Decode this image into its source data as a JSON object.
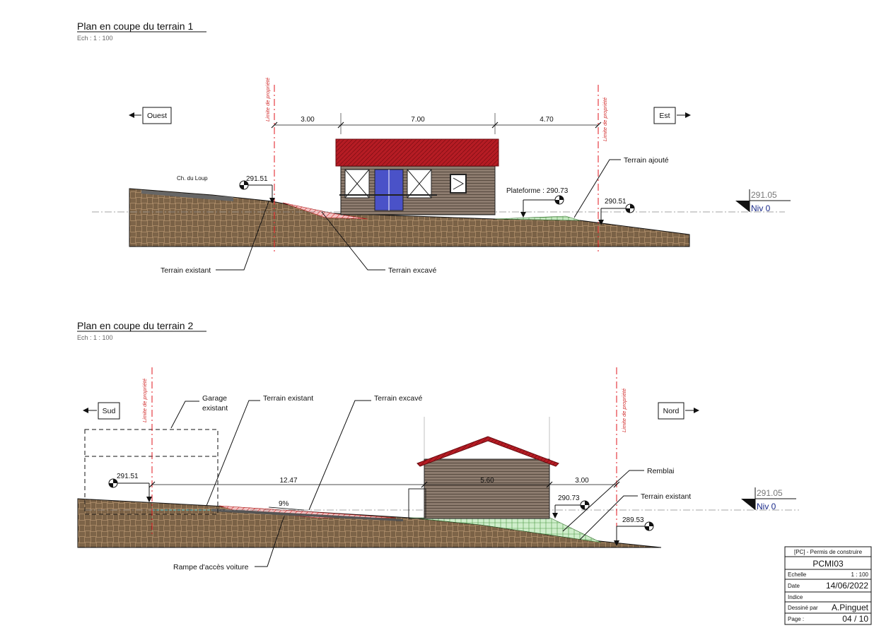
{
  "section1": {
    "title": "Plan en coupe du terrain 1",
    "scale": "Ech :   1 : 100",
    "west": "Ouest",
    "east": "Est",
    "limit_label": "Limite de propriété",
    "dims": [
      "3.00",
      "7.00",
      "4.70"
    ],
    "alt_left": "291.51",
    "alt_right": "290.51",
    "platform": "Plateforme : 290.73",
    "road": "Ch. du Loup",
    "ref_alt": "291.05",
    "ref_niv": "Niv 0",
    "terrain_existant": "Terrain existant",
    "terrain_excave": "Terrain excavé",
    "terrain_ajoute": "Terrain ajouté"
  },
  "section2": {
    "title": "Plan en coupe du terrain 2",
    "scale": "Ech :   1 : 100",
    "south": "Sud",
    "north": "Nord",
    "limit_label": "Limite de propriété",
    "garage": [
      "Garage",
      "existant"
    ],
    "dims": [
      "12.47",
      "5.60",
      "3.00"
    ],
    "alt_left": "291.51",
    "alt_mid": "290.73",
    "alt_right": "289.53",
    "slope": "9%",
    "ref_alt": "291.05",
    "ref_niv": "Niv 0",
    "terrain_existant_left": "Terrain existant",
    "terrain_excave": "Terrain excavé",
    "remblai": "Remblai",
    "terrain_existant_right": "Terrain existant",
    "rampe": "Rampe d'accès voiture"
  },
  "titleblock": {
    "header": "[PC] - Permis de construire",
    "code": "PCMI03",
    "echelle_label": "Echelle",
    "echelle_value": "1 : 100",
    "date_label": "Date",
    "date_value": "14/06/2022",
    "indice_label": "Indice",
    "drawn_label": "Dessiné par",
    "drawn_value": "A.Pinguet",
    "page_label": "Page :",
    "page_value": "04 / 10"
  },
  "colors": {
    "soil": "#a58664",
    "excavated": "#f2b6b6",
    "added": "#c9e9c2",
    "roof": "#b51c24",
    "siding": "#8c7b6e",
    "property_line": "#e0141e",
    "level_text": "#1a2a8a"
  }
}
